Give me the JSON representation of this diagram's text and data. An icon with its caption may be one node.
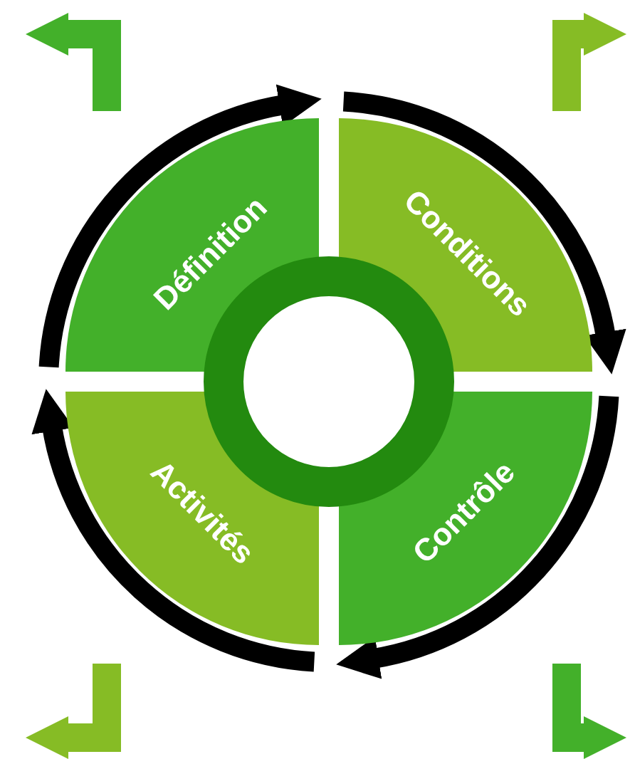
{
  "diagram": {
    "nodes": [
      {
        "text": [
          "Définition"
        ]
      },
      {
        "text": [
          "Conditions"
        ]
      },
      {
        "text": [
          "Contrôle"
        ]
      },
      {
        "text": [
          "Activités"
        ]
      },
      {
        "text": [],
        "shape": "circle"
      }
    ],
    "edges": [
      {
        "from": 0,
        "to": 1,
        "arrow": "to"
      },
      {
        "from": 1,
        "to": 2,
        "arrow": "to"
      },
      {
        "from": 2,
        "to": 3,
        "arrow": "to"
      },
      {
        "from": 3,
        "to": 0,
        "arrow": "to"
      }
    ]
  }
}
